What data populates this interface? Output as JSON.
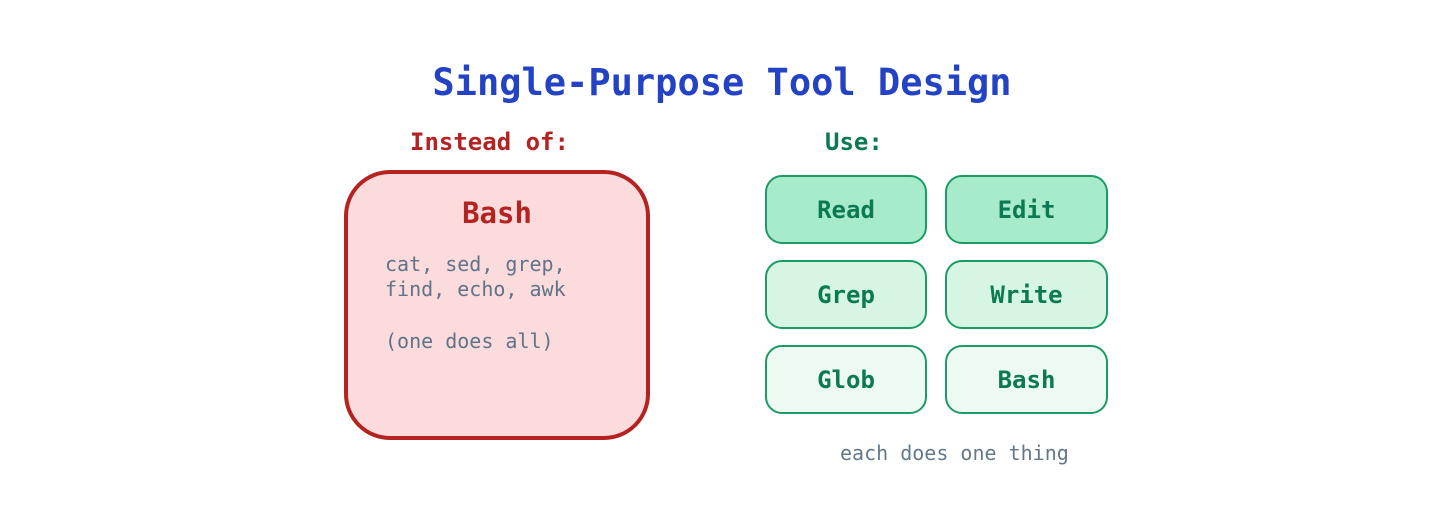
{
  "title": "Single-Purpose Tool Design",
  "left": {
    "label": "Instead of:",
    "box": {
      "heading": "Bash",
      "tools_line1": "cat, sed, grep,",
      "tools_line2": "find, echo, awk",
      "note": "(one does all)"
    }
  },
  "right": {
    "label": "Use:",
    "buttons": [
      {
        "label": "Read"
      },
      {
        "label": "Edit"
      },
      {
        "label": "Grep"
      },
      {
        "label": "Write"
      },
      {
        "label": "Glob"
      },
      {
        "label": "Bash"
      }
    ],
    "caption": "each does one thing"
  },
  "colors": {
    "bg": "#ffffff",
    "title-blue": "#2342c4",
    "red": "#b42222",
    "pink-fill": "#fbdbdb",
    "dark-green": "#0b7a50",
    "green-border": "#1d9b64",
    "green-1": "#a7ebcb",
    "green-2": "#d6f5e3",
    "green-3": "#ecfaf2",
    "slate": "#5f7389",
    "slate-light": "#64788c"
  }
}
